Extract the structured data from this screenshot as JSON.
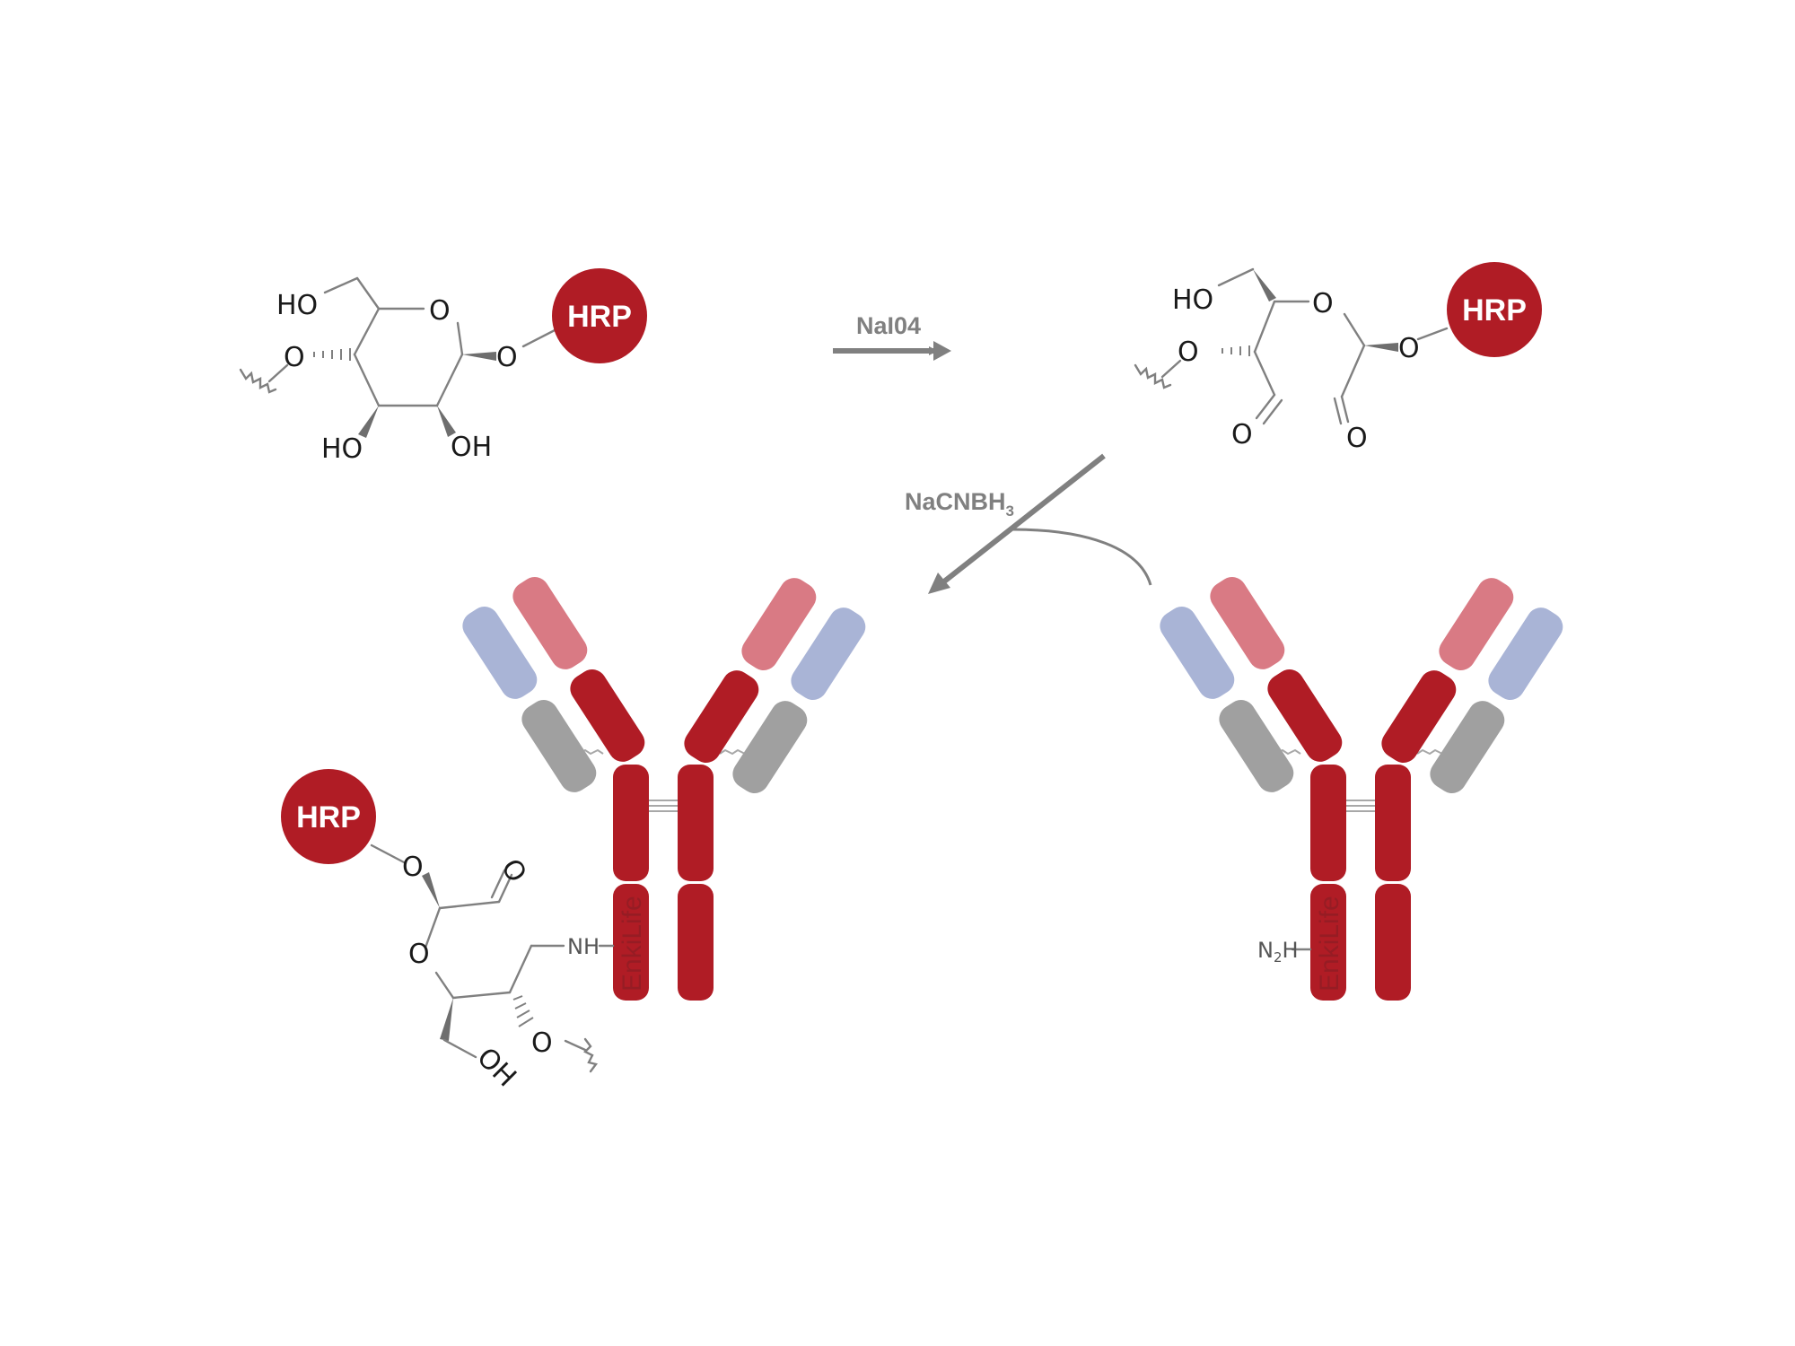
{
  "colors": {
    "heavy_chain": "#b01c25",
    "heavy_variable": "#d97a84",
    "light_variable": "#a9b4d6",
    "light_constant": "#a0a0a0",
    "hrp": "#b01c25",
    "bond": "#808080"
  },
  "reagents": {
    "oxidation": "NaI04",
    "reduction_base": "NaCNBH",
    "reduction_sub": "3"
  },
  "hrp_label": "HRP",
  "sugar": {
    "ring_o": "O",
    "anomeric_o": "O",
    "glyco_o": "O",
    "ho_ch2": "HO",
    "ho_c3": "HO",
    "oh_c2": "OH"
  },
  "oxidized": {
    "ho": "HO",
    "o_ring": "O",
    "o_link": "O",
    "o_glyco": "O",
    "o_ald1": "O",
    "o_ald2": "O"
  },
  "conjugate": {
    "o_link": "O",
    "o_ald": "O",
    "o_ring": "O",
    "o_glyco": "O",
    "oh": "OH",
    "amine": "NH"
  },
  "free_antibody": {
    "amine_n": "N",
    "amine_sub": "2",
    "amine_h": "H"
  },
  "brand": "EnkiLife"
}
